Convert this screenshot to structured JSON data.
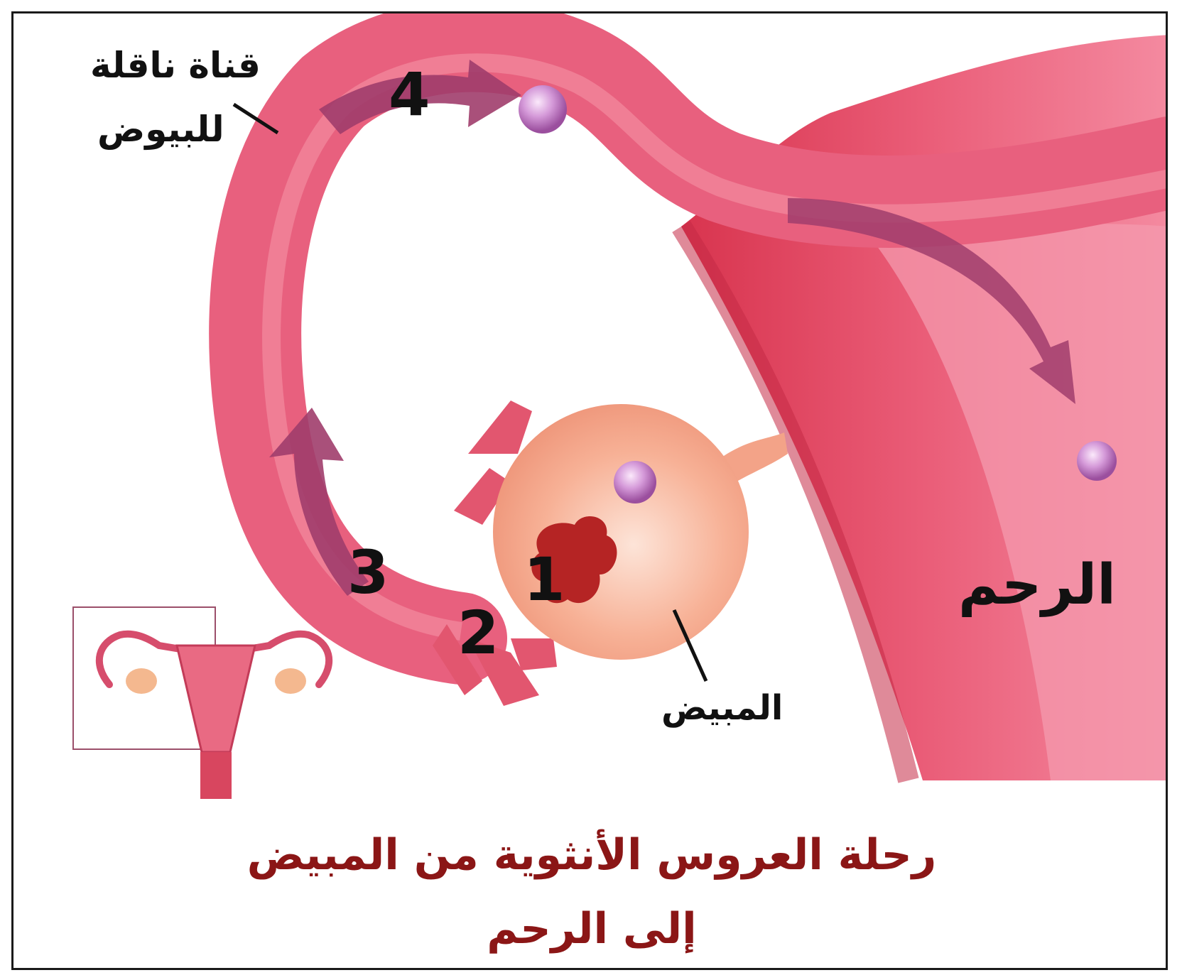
{
  "labels": {
    "tube_line1": "قناة ناقلة",
    "tube_line2": "للبيوض",
    "uterus": "الرحم",
    "ovary": "المبيض"
  },
  "steps": [
    "1",
    "2",
    "3",
    "4"
  ],
  "caption": {
    "line1": "رحلة العروس الأنثوية من المبيض",
    "line2": "إلى الرحم"
  },
  "colors": {
    "tube": "#e8607e",
    "uterus": "#e94e6a",
    "arrow": "#a03d6c",
    "ovary": "#f4a98c",
    "egg": "#c98bd0",
    "caption": "#8b1616"
  }
}
